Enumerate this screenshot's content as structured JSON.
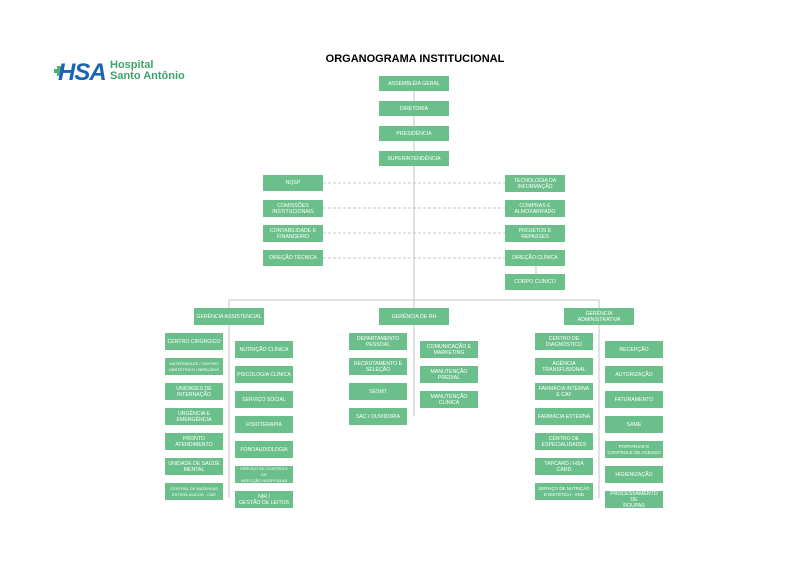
{
  "logo": {
    "mark": "HSA",
    "line1": "Hospital",
    "line2": "Santo Antônio"
  },
  "title": "ORGANOGRAMA INSTITUCIONAL",
  "colors": {
    "box_fill": "#6bbf8a",
    "box_text": "#ffffff",
    "line": "#b5b5b5",
    "logo_blue": "#1a64b4",
    "logo_green": "#3ba56b"
  },
  "nodes": {
    "assembleia": "ASSEMBLÉIA GERAL",
    "diretoria": "DIRETORIA",
    "presidencia": "PRESIDÊNCIA",
    "superintendencia": "SUPERINTENDÊNCIA",
    "nqsp": "NQSP",
    "comissoes": "COMISSÕES\nINSTITUCIONAIS",
    "contabilidade": "CONTABILIDADE E\nFINANCEIRO",
    "direcao_tecnica": "DIREÇÃO TÉCNICA",
    "tecnologia": "TECNOLOGIA DA\nINFORMAÇÃO",
    "compras": "COMPRAS E\nALMOXARIFADO",
    "projetos": "PROJETOS E\nREPASSES",
    "direcao_clinica": "DIREÇÃO CLÍNICA",
    "corpo_clinico": "CORPO CLÍNICO",
    "ger_assistencial": "GERÊNCIA ASSISTENCIAL",
    "ger_rh": "GERÊNCIA DE RH",
    "ger_administrativa": "GERÊNCIA\nADMINISTRATIVA"
  },
  "assistencial_left": [
    "CENTRO CIRÚRGICO",
    "MATERNIDADE / CENTRO\nOBSTÉTRICO / BERÇÁRIO",
    "UNIDADES DE\nINTERNAÇÃO",
    "URGÊNCIA E\nEMERGÊNCIA",
    "PRONTO\nATENDIMENTO",
    "UNIDADE DE SAÚDE\nMENTAL",
    "CENTRAL DE MATERIAIS\nESTERILIZADOS - CME"
  ],
  "assistencial_right": [
    "NUTRIÇÃO CLÍNICA",
    "PSICOLOGIA CLÍNICA",
    "SERVIÇO SOCIAL",
    "FISIOTERAPIA",
    "FONOAUDIOLOGIA",
    "SERVIÇO DE CONTROLE DE\nINFECÇÃO HOSPITALAR",
    "NIR /\nGESTÃO DE LEITOS"
  ],
  "rh_left": [
    "DEPARTAMENTO\nPESSOAL",
    "RECRUTAMENTO E\nSELEÇÃO",
    "SESMT",
    "SAC / OUVIDORIA"
  ],
  "rh_right": [
    "COMUNICAÇÃO E\nMARKETING",
    "MANUTENÇÃO\nPREDIAL",
    "MANUTENÇÃO\nCLÍNICA"
  ],
  "adm_left": [
    "CENTRO DE\nDIAGNÓSTICO",
    "AGÊNCIA\nTRANSFUSIONAL",
    "FARMÁCIA INTERNA\nE CAF",
    "FARMÁCIA EXTERNA",
    "CENTRO DE\nESPECIALIDADES",
    "TAPCARD / HSA\nCARD",
    "SERVIÇO DE NUTRIÇÃO\nE DIETÉTICA - SND"
  ],
  "adm_right": [
    "RECEPÇÃO",
    "AUTORIZAÇÃO",
    "FATURAMENTO",
    "SAME",
    "PORTARIAS E\nCONTROLE DE ACESSO",
    "HIGIENIZAÇÃO",
    "PROCESSAMENTO DE\nROUPAS"
  ]
}
